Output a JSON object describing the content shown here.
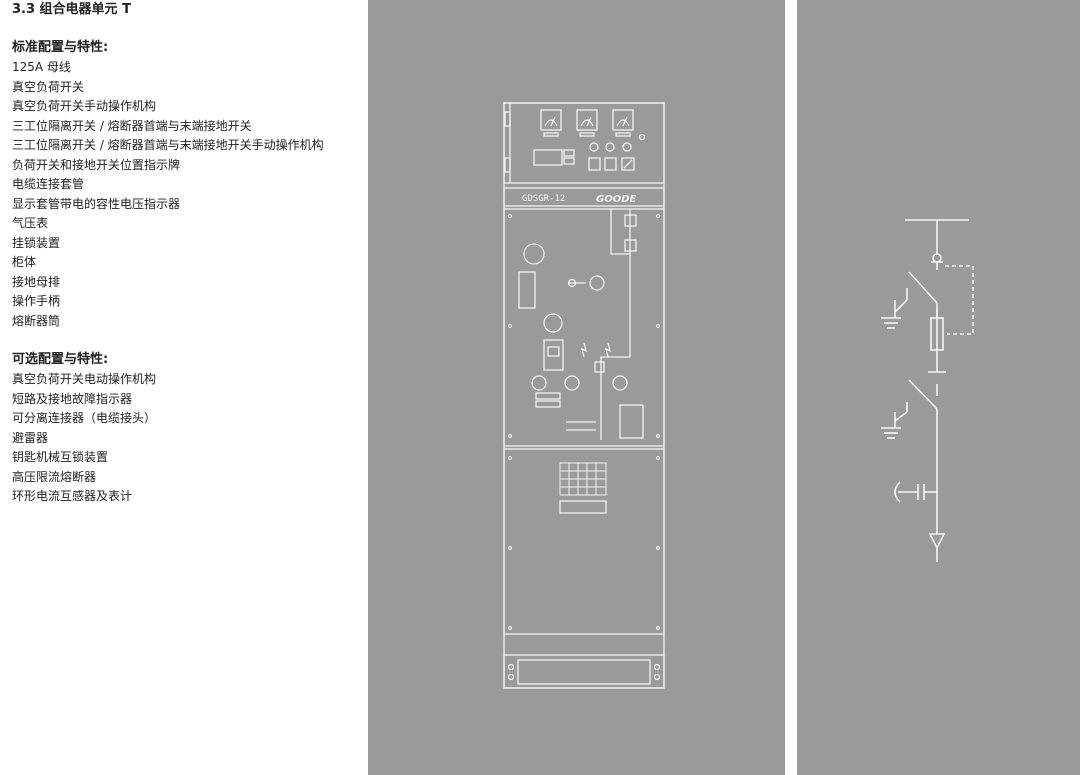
{
  "page_heading": "3.3 组合电器单元 T",
  "standard": {
    "title": "标准配置与特性:",
    "items": [
      "125A 母线",
      "真空负荷开关",
      "真空负荷开关手动操作机构",
      "三工位隔离开关 / 熔断器首端与末端接地开关",
      "三工位隔离开关 / 熔断器首端与末端接地开关手动操作机构",
      "负荷开关和接地开关位置指示牌",
      "电缆连接套管",
      "显示套管带电的容性电压指示器",
      "气压表",
      "挂锁装置",
      "柜体",
      "接地母排",
      "操作手柄",
      "熔断器筒"
    ]
  },
  "optional": {
    "title": "可选配置与特性:",
    "items": [
      "真空负荷开关电动操作机构",
      "短路及接地故障指示器",
      "可分离连接器（电缆接头）",
      "避雷器",
      "钥匙机械互锁装置",
      "高压限流熔断器",
      "环形电流互感器及表计"
    ]
  },
  "cabinet": {
    "model_label": "GDSGR-12",
    "brand_label": "GOODE",
    "line_color": "#f4f4f4",
    "panel_color": "#9a9a9a"
  }
}
